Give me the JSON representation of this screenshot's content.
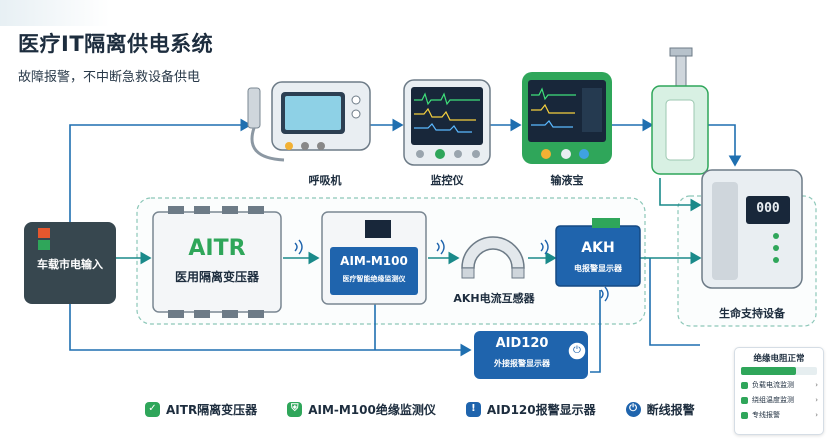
{
  "title": "医疗IT隔离供电系统",
  "subtitle": "故障报警，不中断急救设备供电",
  "devices": {
    "ventilator": "呼吸机",
    "monitor": "监控仪",
    "infusion": "输液宝",
    "life_support": "生命支持设备"
  },
  "power_input": "车载市电输入",
  "aitr": {
    "name": "AITR",
    "desc": "医用隔离变压器"
  },
  "aim": {
    "name": "AIM-M100",
    "desc": "医疗智能绝缘监测仪"
  },
  "akh_sensor": "AKH电流互感器",
  "akh": {
    "name": "AKH",
    "desc": "电报警显示器"
  },
  "aid": {
    "name": "AID120",
    "desc": "外接报警显示器"
  },
  "life_screen": "000",
  "legend": [
    {
      "label": "AITR隔离变压器",
      "icon": "check-icon",
      "color": "#2fa65a"
    },
    {
      "label": "AIM-M100绝缘监测仪",
      "icon": "shield-icon",
      "color": "#2fa65a"
    },
    {
      "label": "AID120报警显示器",
      "icon": "shield-alert-icon",
      "color": "#1f64ad"
    },
    {
      "label": "断线报警",
      "icon": "power-icon",
      "color": "#1f64ad"
    }
  ],
  "status_panel": {
    "title": "绝缘电阻正常",
    "bar_level": 0.72,
    "items": [
      "负载电流监测",
      "绕组温度监测",
      "专线报警"
    ]
  },
  "colors": {
    "green": "#2fa65a",
    "blue": "#1f64ad",
    "teal": "#1a8a8a",
    "arrow": "#1f6fb0"
  }
}
